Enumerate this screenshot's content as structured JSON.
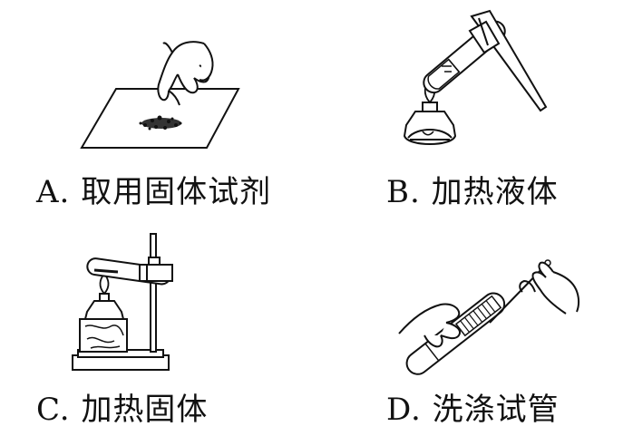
{
  "panels": [
    {
      "letter": "A.",
      "text": "取用固体试剂",
      "scene": "hand-pinching-solid-on-paper"
    },
    {
      "letter": "B.",
      "text": "加热液体",
      "scene": "test-tube-held-over-alcohol-lamp"
    },
    {
      "letter": "C.",
      "text": "加热固体",
      "scene": "clamped-test-tube-over-lamp-on-stand"
    },
    {
      "letter": "D.",
      "text": "洗涤试管",
      "scene": "brush-inserted-into-test-tube"
    }
  ]
}
